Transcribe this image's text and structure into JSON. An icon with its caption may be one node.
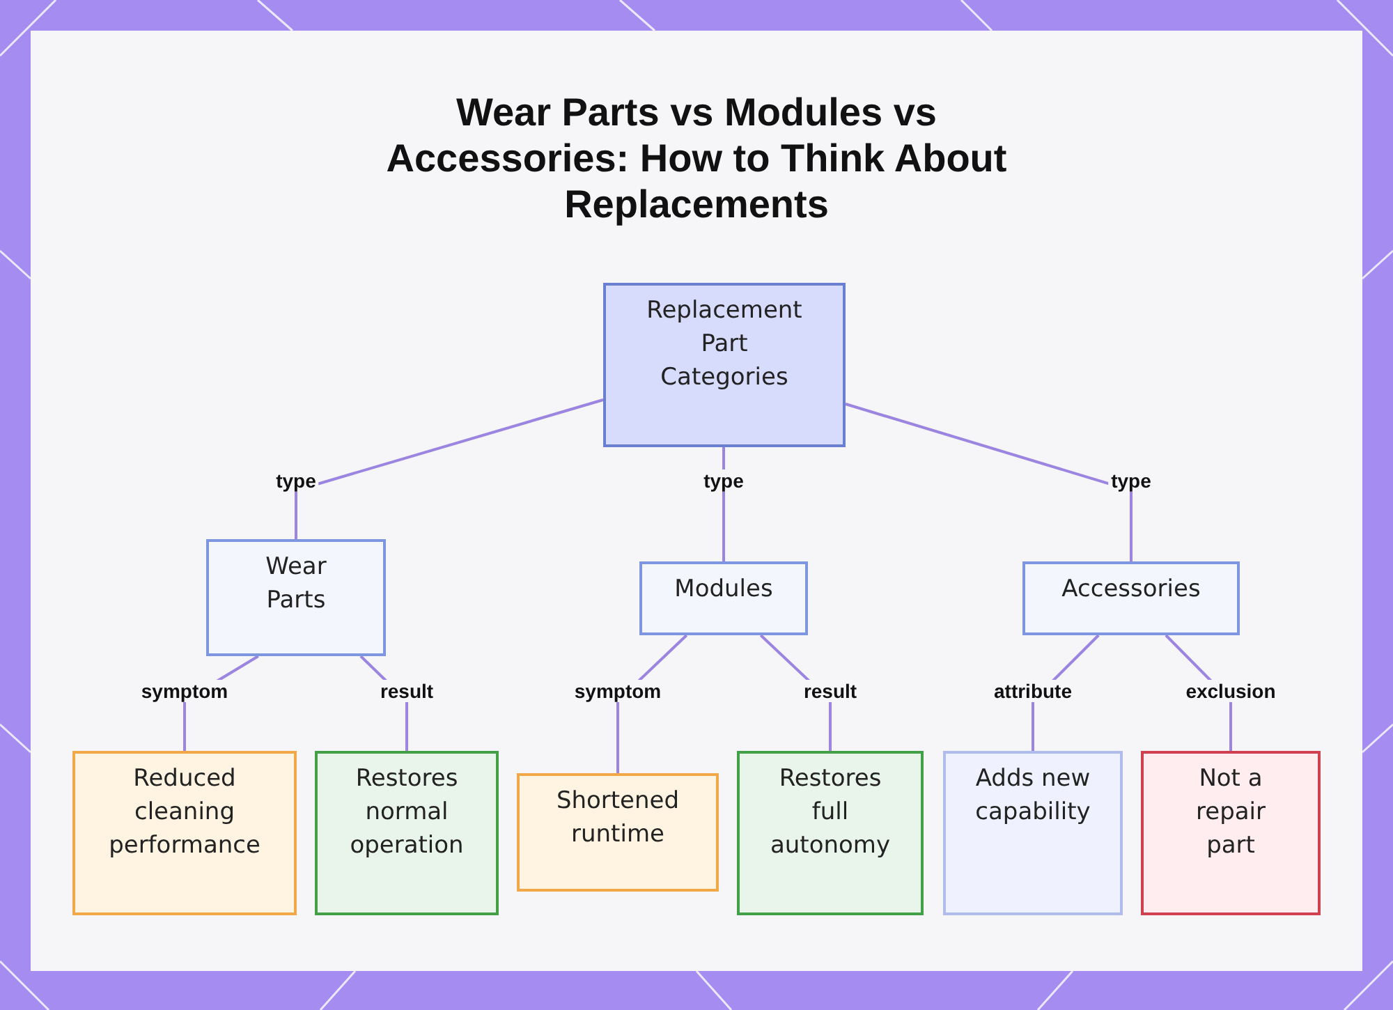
{
  "diagram": {
    "title": "Wear Parts vs Modules vs Accessories: How to Think About Replacements",
    "nodes": [
      {
        "text": [
          "Replacement Part Categories"
        ]
      },
      {
        "text": [
          "Wear Parts"
        ]
      },
      {
        "text": [
          "Modules"
        ]
      },
      {
        "text": [
          "Accessories"
        ]
      },
      {
        "text": [
          "Reduced cleaning performance"
        ]
      },
      {
        "text": [
          "Restores normal operation"
        ]
      },
      {
        "text": [
          "Shortened runtime"
        ]
      },
      {
        "text": [
          "Restores full autonomy"
        ]
      },
      {
        "text": [
          "Adds new capability"
        ]
      },
      {
        "text": [
          "Not a repair part"
        ]
      }
    ],
    "edges": [
      {
        "from": 0,
        "to": 1,
        "arrow": "none",
        "label": "type"
      },
      {
        "from": 0,
        "to": 2,
        "arrow": "none",
        "label": "type"
      },
      {
        "from": 0,
        "to": 3,
        "arrow": "none",
        "label": "type"
      },
      {
        "from": 1,
        "to": 4,
        "arrow": "none",
        "label": "symptom"
      },
      {
        "from": 1,
        "to": 5,
        "arrow": "none",
        "label": "result"
      },
      {
        "from": 2,
        "to": 6,
        "arrow": "none",
        "label": "symptom"
      },
      {
        "from": 2,
        "to": 7,
        "arrow": "none",
        "label": "result"
      },
      {
        "from": 3,
        "to": 8,
        "arrow": "none",
        "label": "attribute"
      },
      {
        "from": 3,
        "to": 9,
        "arrow": "none",
        "label": "exclusion"
      }
    ]
  }
}
